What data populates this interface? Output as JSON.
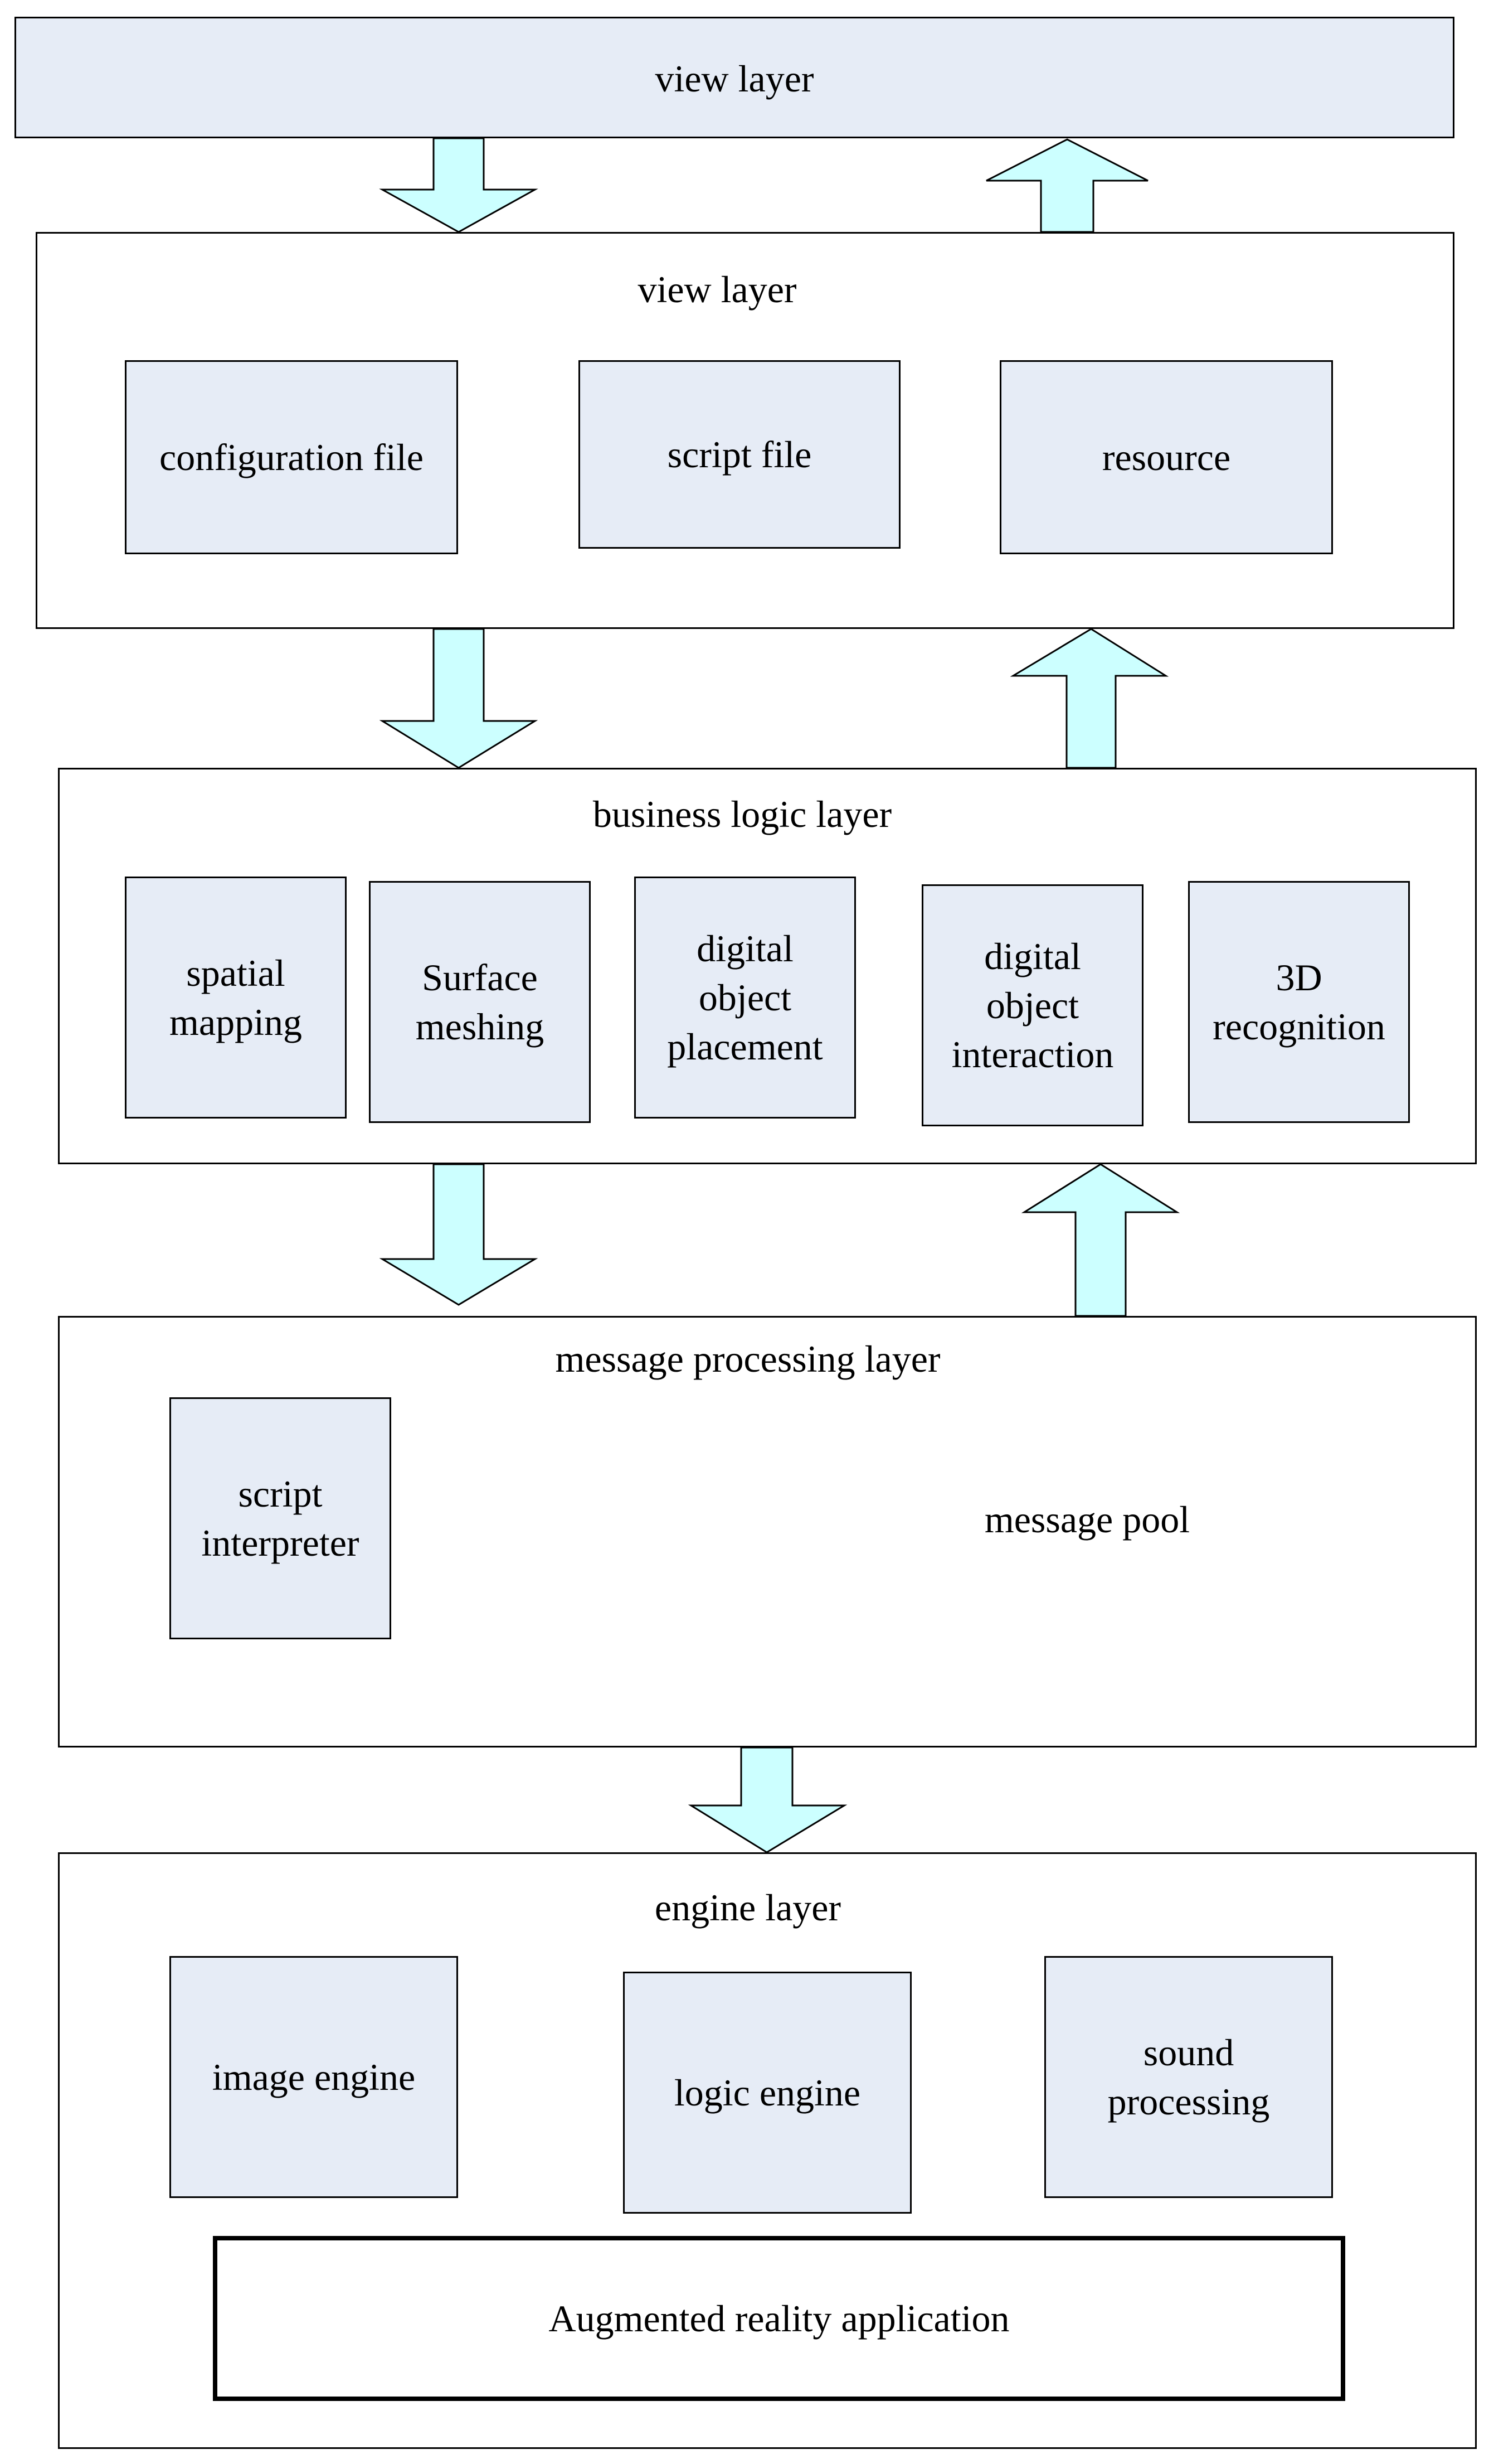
{
  "view_layer_top": {
    "label": "view layer"
  },
  "view_layer": {
    "title": "view layer",
    "items": [
      {
        "label": "configuration file"
      },
      {
        "label": "script file"
      },
      {
        "label": "resource"
      }
    ]
  },
  "business_logic_layer": {
    "title": "business logic layer",
    "items": [
      {
        "lines": [
          "spatial",
          "mapping"
        ]
      },
      {
        "lines": [
          "Surface",
          "meshing"
        ]
      },
      {
        "lines": [
          "digital",
          "object",
          "placement"
        ]
      },
      {
        "lines": [
          "digital",
          "object",
          "interaction"
        ]
      },
      {
        "lines": [
          "3D",
          "recognition"
        ]
      }
    ]
  },
  "message_processing_layer": {
    "title": "message processing layer",
    "interpreter": {
      "lines": [
        "script",
        "interpreter"
      ]
    },
    "pool": {
      "label": "message pool"
    }
  },
  "engine_layer": {
    "title": "engine layer",
    "items": [
      {
        "label": "image engine"
      },
      {
        "label": "logic engine"
      },
      {
        "lines": [
          "sound",
          "processing"
        ]
      }
    ],
    "application": {
      "label": "Augmented reality application"
    }
  },
  "colors": {
    "box_fill": "#e6ecf6",
    "arrow_fill": "#ccffff",
    "cylinder_top": "#b3ffd9",
    "cylinder_side_light": "#c6f7dc",
    "cylinder_side_dark": "#00b050"
  }
}
